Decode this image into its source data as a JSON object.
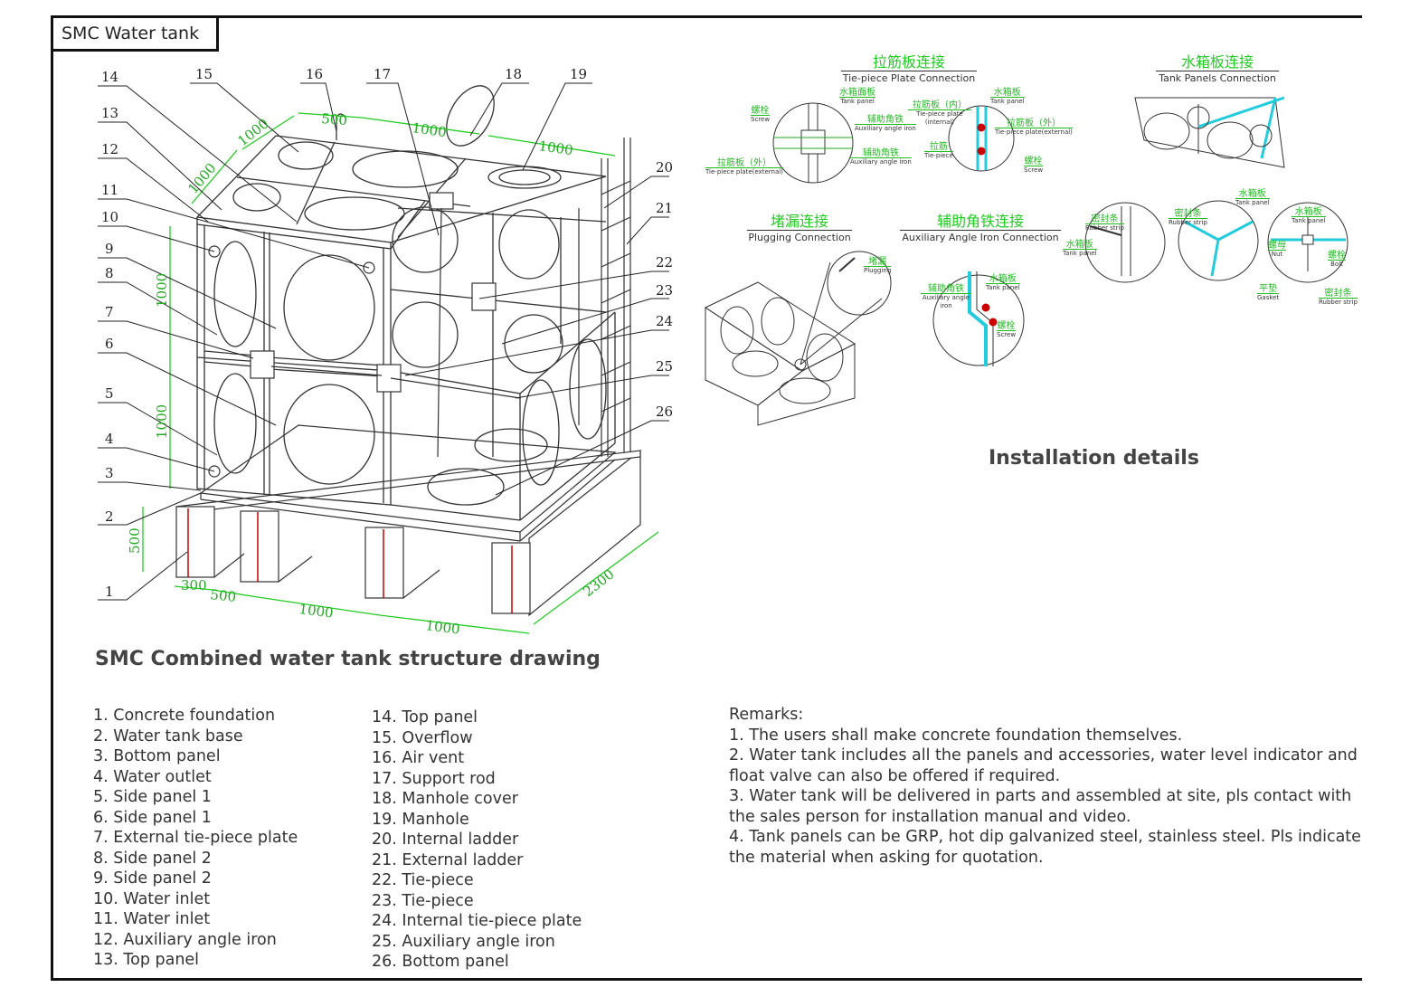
{
  "title": "SMC Water tank",
  "structure_heading": "SMC Combined water tank structure drawing",
  "installation_heading": "Installation details",
  "callout_numbers": [
    "1",
    "2",
    "3",
    "4",
    "5",
    "6",
    "7",
    "8",
    "9",
    "10",
    "11",
    "12",
    "13",
    "14",
    "15",
    "16",
    "17",
    "18",
    "19",
    "20",
    "21",
    "22",
    "23",
    "24",
    "25",
    "26"
  ],
  "dimensions": {
    "top_1000_left": "1000",
    "top_1000_right_a": "1000",
    "top_1000_right_b": "1000",
    "top_500": "500",
    "top_1000_depth": "1000",
    "height_upper": "1000",
    "height_lower": "1000",
    "base_500_h": "500",
    "base_300": "300",
    "base_500": "500",
    "base_1000_a": "1000",
    "base_1000_b": "1000",
    "depth_2300": "2300"
  },
  "parts_col1": [
    "1. Concrete foundation",
    "2. Water tank base",
    "3. Bottom panel",
    "4. Water outlet",
    "5. Side panel 1",
    "6. Side panel 1",
    "7. External tie-piece plate",
    "8. Side panel 2",
    "9. Side panel 2",
    "10. Water inlet",
    "11. Water inlet",
    "12. Auxiliary angle iron",
    "13. Top panel"
  ],
  "parts_col2": [
    "14. Top panel",
    "15. Overflow",
    "16. Air vent",
    "17. Support rod",
    "18. Manhole cover",
    "19. Manhole",
    "20. Internal ladder",
    "21. External ladder",
    "22. Tie-piece",
    "23. Tie-piece",
    "24. Internal tie-piece plate",
    "25. Auxiliary angle iron",
    "26. Bottom panel"
  ],
  "remarks": {
    "title": "Remarks:",
    "items": [
      "1. The users shall make concrete foundation themselves.",
      "2. Water tank includes all the panels and accessories, water level indicator and float valve can also be offered if required.",
      "3. Water tank will be delivered in parts and assembled at site, pls contact with the sales person for installation manual and video.",
      "4. Tank panels can be GRP, hot dip galvanized steel, stainless steel. Pls indicate the material when asking for quotation."
    ]
  },
  "details": {
    "tie_piece": {
      "zh": "拉筋板连接",
      "en": "Tie-piece Plate Connection"
    },
    "tank_panels": {
      "zh": "水箱板连接",
      "en": "Tank Panels Connection"
    },
    "plugging": {
      "zh": "堵漏连接",
      "en": "Plugging Connection"
    },
    "aux_angle": {
      "zh": "辅助角铁连接",
      "en": "Auxiliary Angle Iron Connection"
    }
  },
  "annotations": {
    "screw_a": {
      "zh": "螺栓",
      "en": "Screw"
    },
    "tank_panel_a": {
      "zh": "水箱面板",
      "en": "Tank panel"
    },
    "aux_iron_a": {
      "zh": "辅助角铁",
      "en": "Auxiliary angle iron"
    },
    "aux_iron_b": {
      "zh": "辅助角铁",
      "en": "Auxiliary angle iron"
    },
    "tie_ext_a": {
      "zh": "拉筋板（外）",
      "en": "Tie-piece plate(external)"
    },
    "tie_int": {
      "zh": "拉筋板（内）",
      "en": "Tie-piece plate (internal)"
    },
    "tank_panel_b": {
      "zh": "水箱板",
      "en": "Tank panel"
    },
    "tie_ext_b": {
      "zh": "拉筋板（外）",
      "en": "Tie-piece plate(external)"
    },
    "tie_piece": {
      "zh": "拉筋",
      "en": "Tie-piece"
    },
    "screw_b": {
      "zh": "螺栓",
      "en": "Screw"
    },
    "plugging": {
      "zh": "堵漏",
      "en": "Plugging"
    },
    "aux_iron_c": {
      "zh": "辅助角铁",
      "en": "Auxiliary angle iron"
    },
    "tank_panel_c": {
      "zh": "水箱板",
      "en": "Tank panel"
    },
    "screw_c": {
      "zh": "螺栓",
      "en": "Screw"
    },
    "rubber_a": {
      "zh": "密封条",
      "en": "Rubber strip"
    },
    "tank_panel_d": {
      "zh": "水箱板",
      "en": "Tank panel"
    },
    "rubber_b": {
      "zh": "密封条",
      "en": "Rubber strip"
    },
    "tank_panel_e": {
      "zh": "水箱板",
      "en": "Tank panel"
    },
    "tank_panel_f": {
      "zh": "水箱板",
      "en": "Tank panel"
    },
    "nut": {
      "zh": "螺母",
      "en": "Nut"
    },
    "bolt": {
      "zh": "螺栓",
      "en": "Bolt"
    },
    "gasket": {
      "zh": "平垫",
      "en": "Gasket"
    },
    "rubber_c": {
      "zh": "密封条",
      "en": "Rubber strip"
    }
  }
}
